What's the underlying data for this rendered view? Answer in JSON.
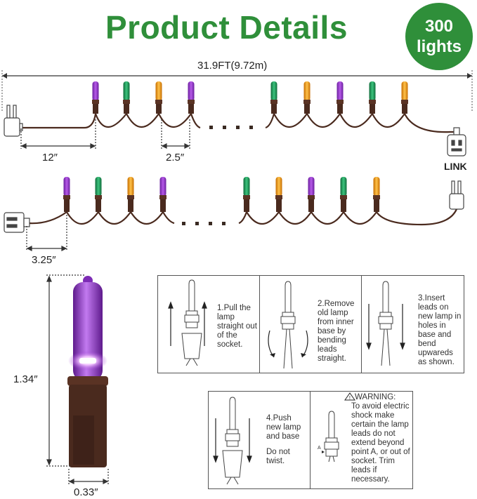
{
  "header": {
    "title": "Product Details"
  },
  "badge": {
    "line1": "300",
    "line2": "lights"
  },
  "dimensions": {
    "total_length": "31.9FT(9.72m)",
    "lead_length": "12″",
    "bulb_spacing": "2.5″",
    "end_lead_length": "3.25″",
    "bulb_height": "1.34″",
    "bulb_width": "0.33″"
  },
  "link_label": "LINK",
  "colors": {
    "title_green": "#2f8f3a",
    "wire_brown": "#4a2a1e",
    "socket_brown": "#5a3324",
    "bulb_purple": "#9a3bd1",
    "bulb_green": "#1f9c5a",
    "bulb_orange": "#f0a020"
  },
  "steps": [
    {
      "text": "1.Pull the lamp straight out of the socket."
    },
    {
      "text": "2.Remove old lamp from inner base by bending leads straight."
    },
    {
      "text": "3.Insert leads on new lamp in holes in base and bend upwareds as shown."
    },
    {
      "text": "4.Push new lamp and base",
      "note": "Do not twist."
    }
  ],
  "warning": {
    "heading": "WARNING:",
    "text": "To avoid electric shock make certain the lamp leads do not extend beyond point A, or out of socket. Trim leads if necessary.",
    "point_label": "A"
  }
}
